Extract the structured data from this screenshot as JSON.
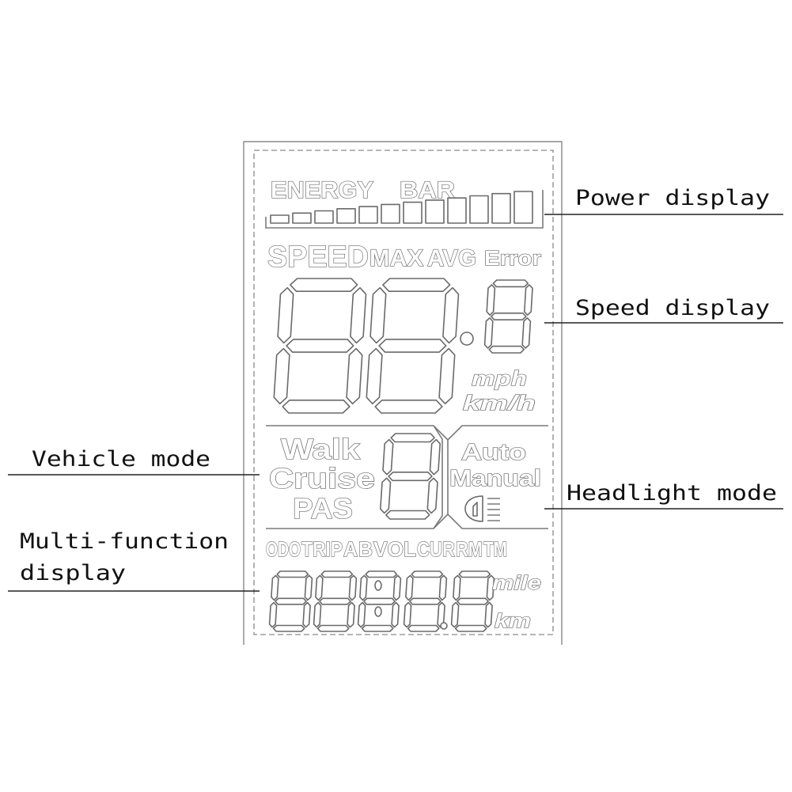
{
  "lcd": {
    "energy_label": "ENERGY",
    "bar_label": "BAR",
    "energy_bars": 12,
    "speed_label": "SPEED",
    "max_label": "MAX",
    "avg_label": "AVG",
    "error_label": "Error",
    "unit_mph": "mph",
    "unit_kmh": "km/h",
    "mode_walk": "Walk",
    "mode_cruise": "Cruise",
    "mode_pas": "PAS",
    "light_auto": "Auto",
    "light_manual": "Manual",
    "mf_labels": [
      "ODO",
      "TRIP",
      "A",
      "B",
      "VOL",
      "CUR",
      "RM",
      "TM"
    ],
    "unit_mile": "mile",
    "unit_km": "km"
  },
  "callouts": {
    "power": "Power display",
    "speed": "Speed display",
    "vehicle": "Vehicle mode",
    "headlight": "Headlight mode",
    "multi_line1": "Multi-function",
    "multi_line2": "display"
  },
  "colors": {
    "segment_stroke": "#6a6a6a",
    "callout_text": "#111111",
    "background": "#ffffff"
  }
}
